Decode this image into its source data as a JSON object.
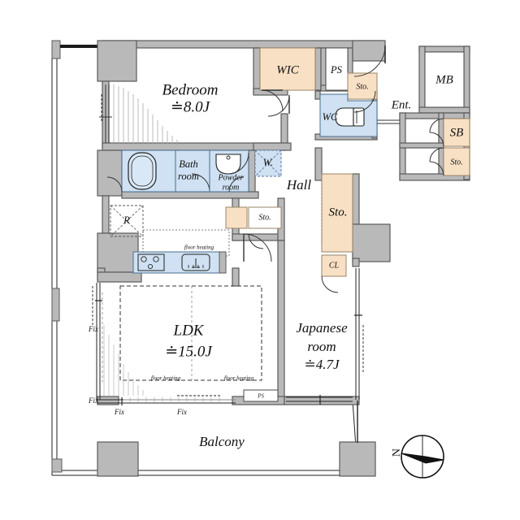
{
  "plan": {
    "title": "Apartment Floor Plan",
    "colors": {
      "storage_fill": "#f8e0c4",
      "water_fill": "#cfe1f2",
      "wall_gray": "#b9b9b9",
      "wall_outline": "#5a5a5a",
      "line": "#1a1a1a",
      "background": "#ffffff"
    },
    "rooms": [
      {
        "id": "bedroom",
        "name": "Bedroom",
        "area": "≐8.0J"
      },
      {
        "id": "ldk",
        "name": "LDK",
        "area": "≐15.0J"
      },
      {
        "id": "japanese",
        "name_line1": "Japanese",
        "name_line2": "room",
        "area": "≐4.7J"
      },
      {
        "id": "bathroom",
        "name_line1": "Bath",
        "name_line2": "room"
      },
      {
        "id": "powder",
        "name_line1": "Powder",
        "name_line2": "room"
      },
      {
        "id": "hall",
        "name": "Hall"
      },
      {
        "id": "balcony",
        "name": "Balcony"
      },
      {
        "id": "entrance",
        "name": "Ent."
      }
    ],
    "labels": {
      "wic": "WIC",
      "ps_top": "PS",
      "ps_bottom": "PS",
      "sto_top": "Sto.",
      "sto_right_upper": "Sto.",
      "sto_hall": "Sto.",
      "sto_mid": "Sto.",
      "wc": "WC",
      "mb": "MB",
      "sb": "SB",
      "cl": "CL",
      "w_machine": "W.",
      "refrigerator": "R",
      "floor_heating_kitchen": "floor heating",
      "floor_heating_left": "floor heating",
      "floor_heating_right": "floor heating",
      "fix_upper_left": "Fix",
      "fix_lower_left": "Fix",
      "fix_bottom_left": "Fix",
      "fix_bottom_mid": "Fix",
      "compass_north": "N"
    }
  }
}
